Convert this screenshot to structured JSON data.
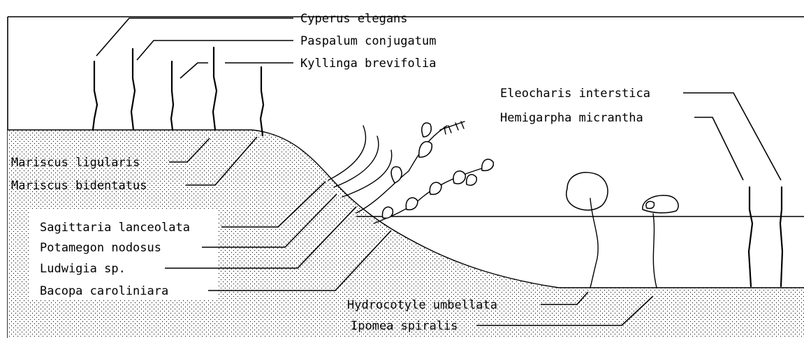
{
  "labels": {
    "cyperus_elegans": "Cyperus elegans",
    "paspalum_conjugatum": "Paspalum conjugatum",
    "kyllinga_brevifolia": "Kyllinga brevifolia",
    "mariscus_ligularis": "Mariscus ligularis",
    "mariscus_bidentatus": "Mariscus bidentatus",
    "sagittaria_lanceolata": "Sagittaria lanceolata",
    "potamegon_nodosus": "Potamegon nodosus",
    "ludwigia_sp": "Ludwigia sp.",
    "bacopa_caroliniara": "Bacopa caroliniara",
    "eleocharis_interstica": "Eleocharis interstica",
    "hemigarpha_micrantha": "Hemigarpha micrantha",
    "hydrocotyle_umbellata": "Hydrocotyle umbellata",
    "ipomea_spiralis": "Ipomea spiralis"
  },
  "colors": {
    "ink": "#000000",
    "paper": "#ffffff"
  }
}
